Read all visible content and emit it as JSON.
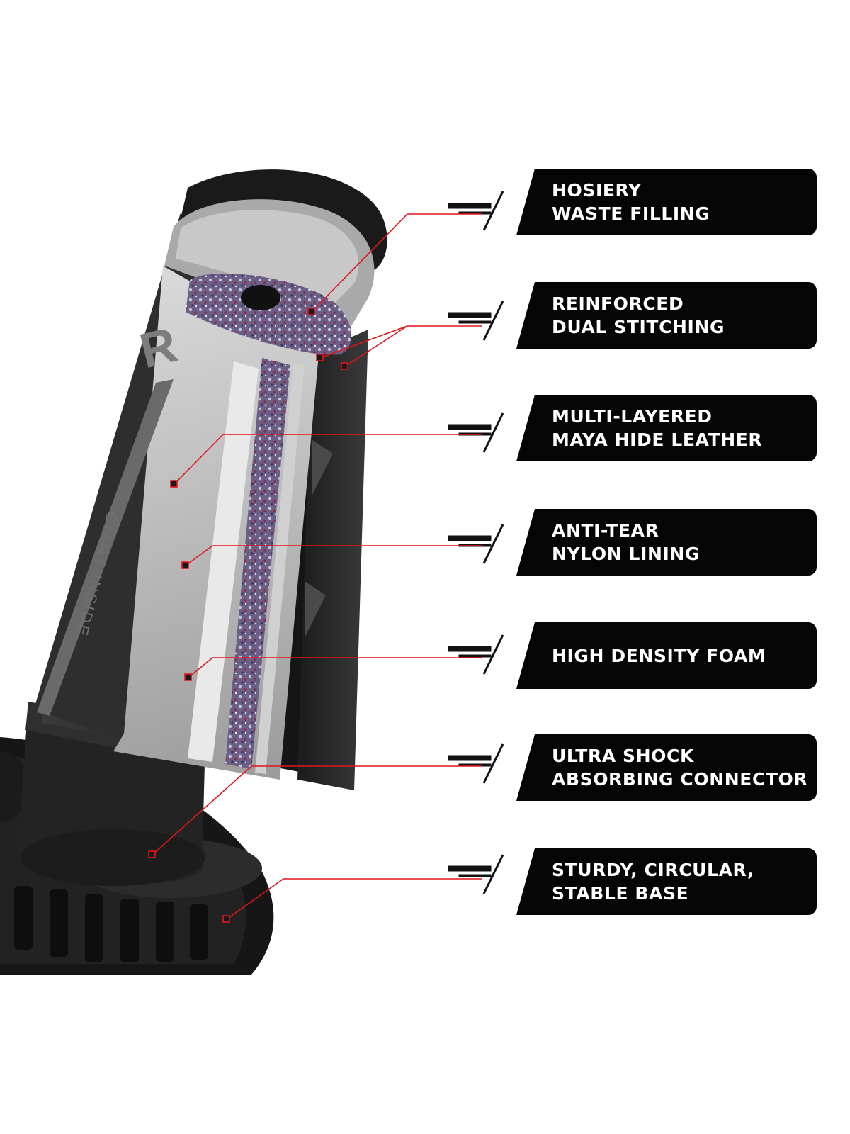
{
  "product": {
    "brand_mark": "R",
    "side_text": "GIANT INSIDE"
  },
  "colors": {
    "label_bg": "#050505",
    "label_text": "#ffffff",
    "callout_line": "#e0161c",
    "body_dark": "#2b2b2b",
    "foam_gray": "#bdbdbd"
  },
  "features": [
    {
      "line1": "HOSIERY",
      "line2": "WASTE FILLING"
    },
    {
      "line1": "REINFORCED",
      "line2": "DUAL STITCHING"
    },
    {
      "line1": "MULTI-LAYERED",
      "line2": "MAYA HIDE LEATHER"
    },
    {
      "line1": "ANTI-TEAR",
      "line2": "NYLON LINING"
    },
    {
      "line1": "HIGH DENSITY FOAM",
      "line2": ""
    },
    {
      "line1": "ULTRA SHOCK",
      "line2": "ABSORBING CONNECTOR"
    },
    {
      "line1": "STURDY, CIRCULAR,",
      "line2": "STABLE BASE"
    }
  ]
}
